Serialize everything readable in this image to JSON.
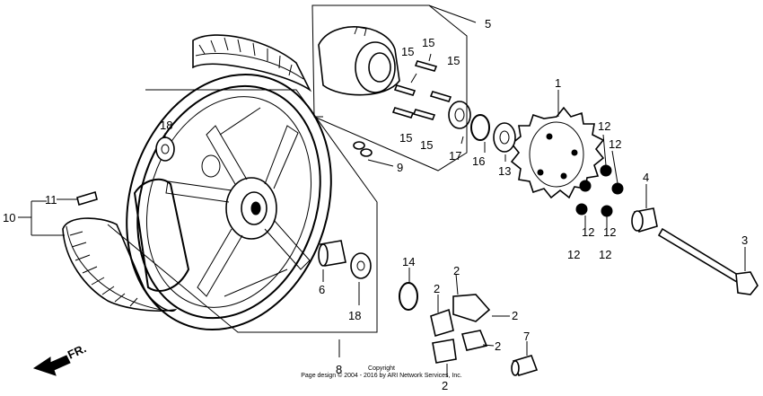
{
  "callouts": {
    "c1": "1",
    "c2a": "2",
    "c2b": "2",
    "c2c": "2",
    "c2d": "2",
    "c2e": "2",
    "c3": "3",
    "c4": "4",
    "c5": "5",
    "c6": "6",
    "c7": "7",
    "c8": "8",
    "c9": "9",
    "c10": "10",
    "c11": "11",
    "c12a": "12",
    "c12b": "12",
    "c12c": "12",
    "c12d": "12",
    "c12e": "12",
    "c12f": "12",
    "c13": "13",
    "c14": "14",
    "c15a": "15",
    "c15b": "15",
    "c15c": "15",
    "c15d": "15",
    "c15e": "15",
    "c16": "16",
    "c17": "17",
    "c18a": "18",
    "c18b": "18"
  },
  "front_arrow": "FR.",
  "copyright": {
    "line1": "Copyright",
    "line2": "Page design © 2004 - 2016 by ARI Network Services, Inc."
  }
}
